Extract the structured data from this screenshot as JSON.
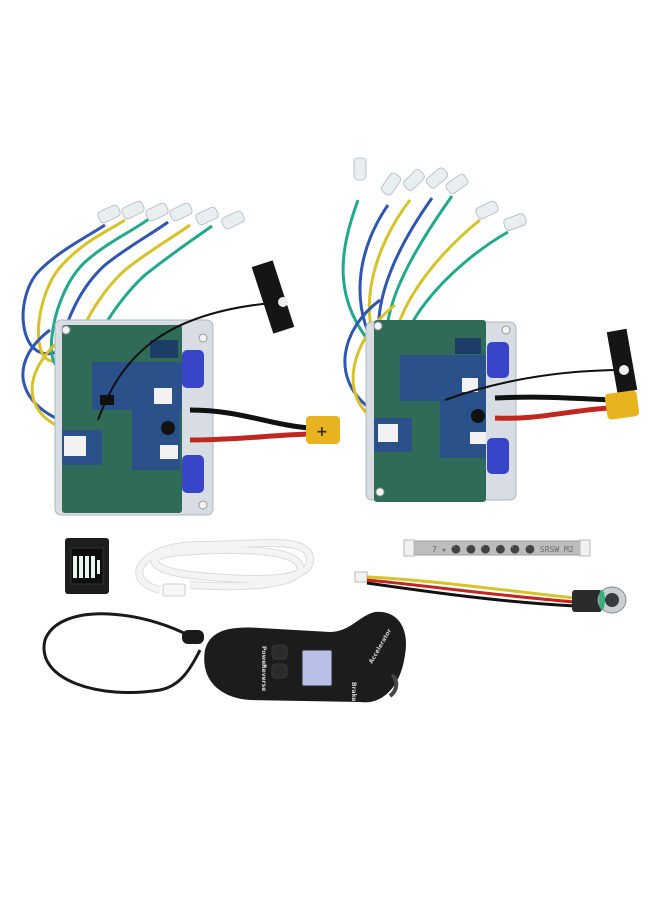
{
  "remote": {
    "power_label": "Power",
    "reverse_label": "Reverse",
    "brake_label": "Brake",
    "accelerator_label": "Accelerator"
  },
  "connector_mark": "+",
  "ribbon_cable_text": "7 ★ ⚫ ⚫ ⚫ ⚫ ⚫ ⚫ SRSW M2",
  "colors": {
    "pcb_green": "#2f6b57",
    "module_blue": "#2a4f8f",
    "wire_red": "#c0271f",
    "xt60_yellow": "#e8b321",
    "remote_black": "#1c1c1c"
  }
}
